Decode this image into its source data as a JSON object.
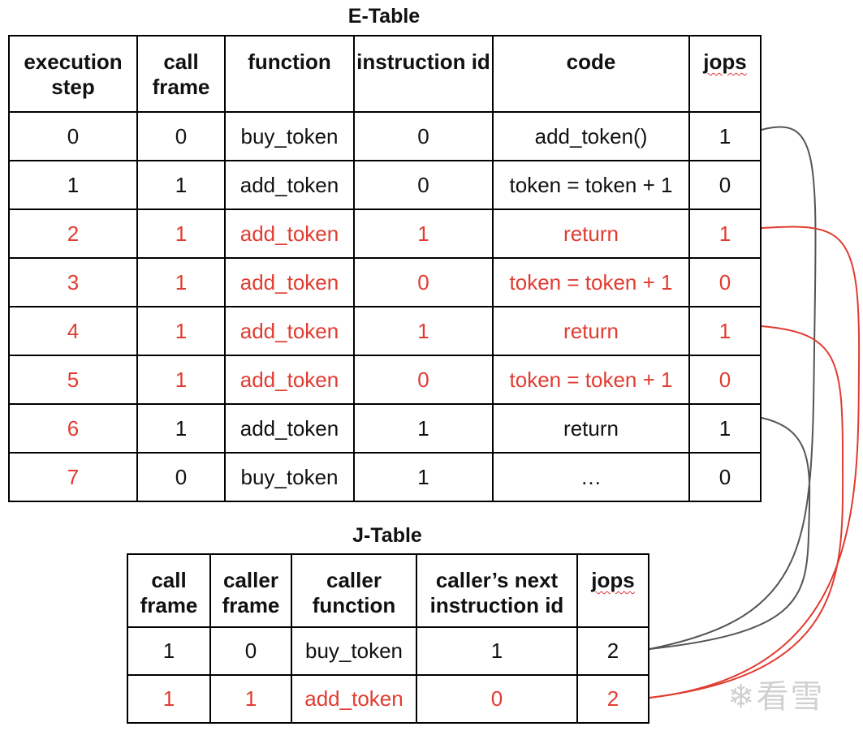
{
  "e_table": {
    "title": "E-Table",
    "headers": [
      "execution step",
      "call frame",
      "function",
      "instruction id",
      "code",
      "jops"
    ],
    "rows": [
      {
        "step": "0",
        "frame": "0",
        "function": "buy_token",
        "iid": "0",
        "code": "add_token()",
        "jops": "1",
        "red": false,
        "step_red": false
      },
      {
        "step": "1",
        "frame": "1",
        "function": "add_token",
        "iid": "0",
        "code": "token = token + 1",
        "jops": "0",
        "red": false,
        "step_red": false
      },
      {
        "step": "2",
        "frame": "1",
        "function": "add_token",
        "iid": "1",
        "code": "return",
        "jops": "1",
        "red": true,
        "step_red": true
      },
      {
        "step": "3",
        "frame": "1",
        "function": "add_token",
        "iid": "0",
        "code": "token = token + 1",
        "jops": "0",
        "red": true,
        "step_red": true
      },
      {
        "step": "4",
        "frame": "1",
        "function": "add_token",
        "iid": "1",
        "code": "return",
        "jops": "1",
        "red": true,
        "step_red": true
      },
      {
        "step": "5",
        "frame": "1",
        "function": "add_token",
        "iid": "0",
        "code": "token = token + 1",
        "jops": "0",
        "red": true,
        "step_red": true
      },
      {
        "step": "6",
        "frame": "1",
        "function": "add_token",
        "iid": "1",
        "code": "return",
        "jops": "1",
        "red": false,
        "step_red": true
      },
      {
        "step": "7",
        "frame": "0",
        "function": "buy_token",
        "iid": "1",
        "code": "…",
        "jops": "0",
        "red": false,
        "step_red": true
      }
    ]
  },
  "j_table": {
    "title": "J-Table",
    "headers": [
      "call frame",
      "caller frame",
      "caller function",
      "caller’s next instruction id",
      "jops"
    ],
    "rows": [
      {
        "frame": "1",
        "caller_frame": "0",
        "caller_function": "buy_token",
        "next_iid": "1",
        "jops": "2",
        "red": false
      },
      {
        "frame": "1",
        "caller_frame": "1",
        "caller_function": "add_token",
        "next_iid": "0",
        "jops": "2",
        "red": true
      }
    ]
  },
  "colors": {
    "red": "#e03c31",
    "gray_link": "#555555",
    "text": "#111111"
  },
  "watermark": "看雪"
}
